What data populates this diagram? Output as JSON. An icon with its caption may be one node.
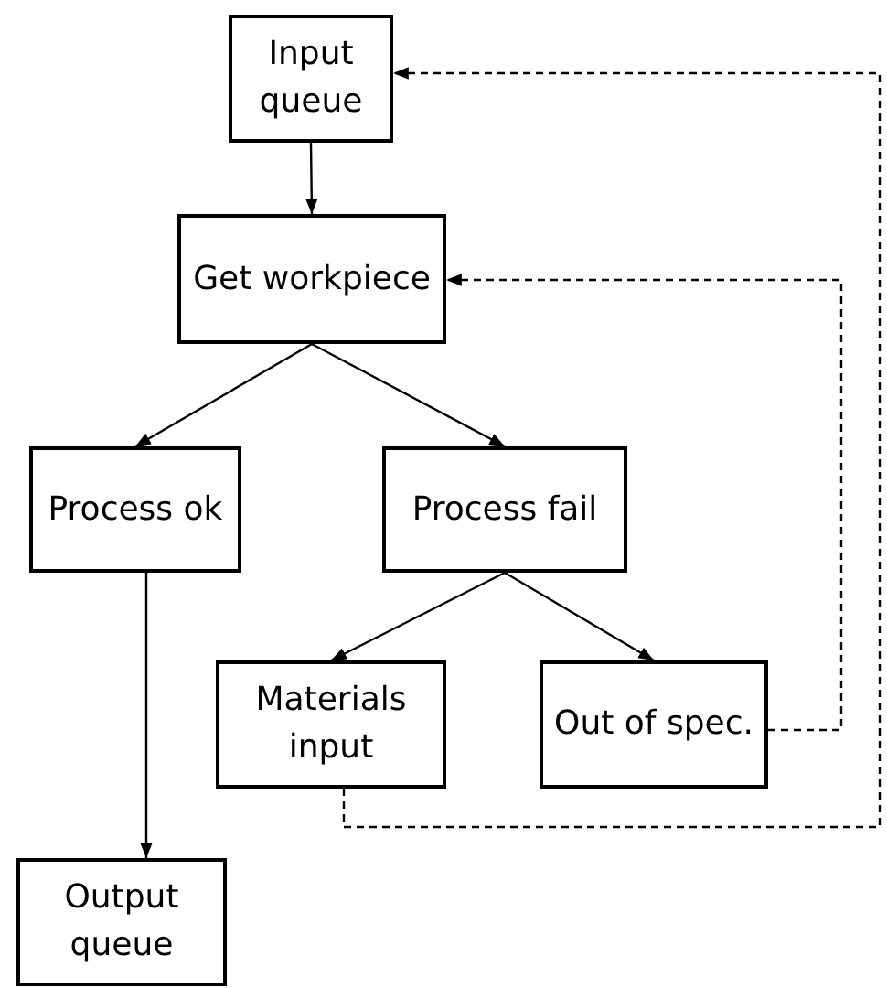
{
  "diagram": {
    "nodes": [
      {
        "text": [
          "Input queue"
        ]
      },
      {
        "text": [
          "Get workpiece"
        ]
      },
      {
        "text": [
          "Process ok"
        ]
      },
      {
        "text": [
          "Process fail"
        ]
      },
      {
        "text": [
          "Materials input"
        ]
      },
      {
        "text": [
          "Out of spec."
        ]
      },
      {
        "text": [
          "Output queue"
        ]
      }
    ],
    "edges": [
      {
        "from": 0,
        "to": 1,
        "arrow": "to"
      },
      {
        "from": 1,
        "to": 2,
        "arrow": "to"
      },
      {
        "from": 1,
        "to": 3,
        "arrow": "to"
      },
      {
        "from": 2,
        "to": 6,
        "arrow": "to"
      },
      {
        "from": 3,
        "to": 4,
        "arrow": "to"
      },
      {
        "from": 3,
        "to": 5,
        "arrow": "to"
      },
      {
        "from": 5,
        "to": 1,
        "arrow": "to",
        "style": "dashed"
      },
      {
        "from": 4,
        "to": 0,
        "arrow": "to",
        "style": "dashed"
      }
    ]
  }
}
